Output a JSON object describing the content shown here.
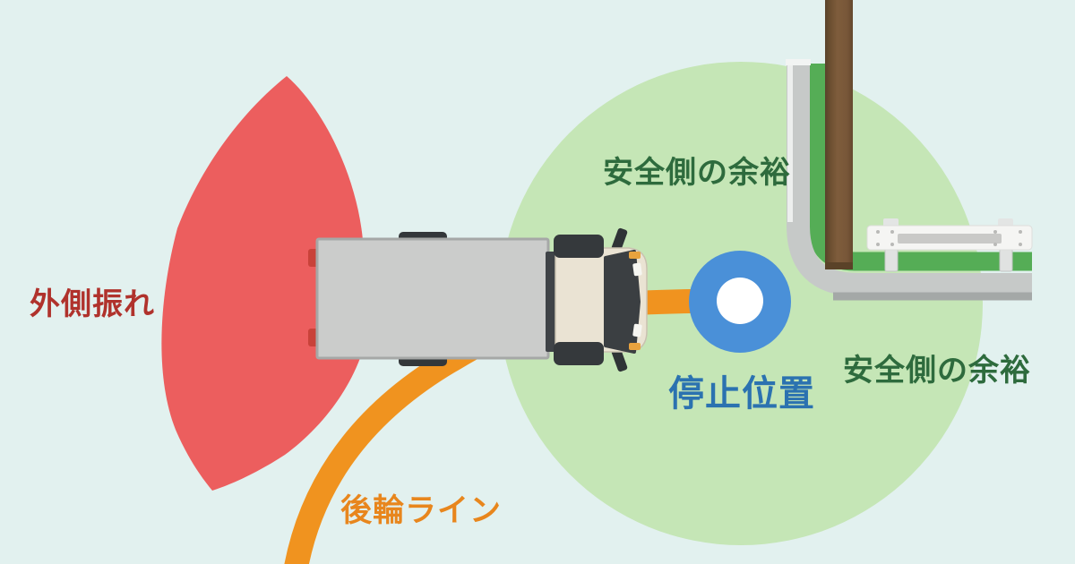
{
  "labels": {
    "outer_swing": {
      "text": "外側振れ",
      "color": "#b0322c"
    },
    "rear_wheel_line": {
      "text": "後輪ライン",
      "color": "#e8861d"
    },
    "safety_margin_top": {
      "text": "安全側の余裕",
      "color": "#2e6b3d"
    },
    "safety_margin_right": {
      "text": "安全側の余裕",
      "color": "#2e6b3d"
    },
    "stop_position": {
      "text": "停止位置",
      "color": "#2b72b0"
    }
  },
  "colors": {
    "background": "#e2f1ef",
    "outer_swing_area": "#ec5e5e",
    "safety_circle": "#c5e6b6",
    "rear_wheel_line": "#f0931f",
    "stop_marker_blue": "#4a90d8",
    "stop_marker_center": "#ffffff",
    "verge_green": "#55ad56",
    "curb_gray": "#c6c9c8",
    "curb_shadow": "#a4a8a7",
    "pole_brown": "#7f5d3c",
    "guardrail_white": "#f5f5f3",
    "trailer_gray": "#cbcccb",
    "cab_cream": "#eae3d3",
    "truck_dark": "#35393c"
  },
  "icons": {
    "truck": "top-down-truck-icon",
    "utility_pole": "pole-icon",
    "guardrail": "guardrail-icon",
    "stop_marker": "target-dot-icon"
  }
}
